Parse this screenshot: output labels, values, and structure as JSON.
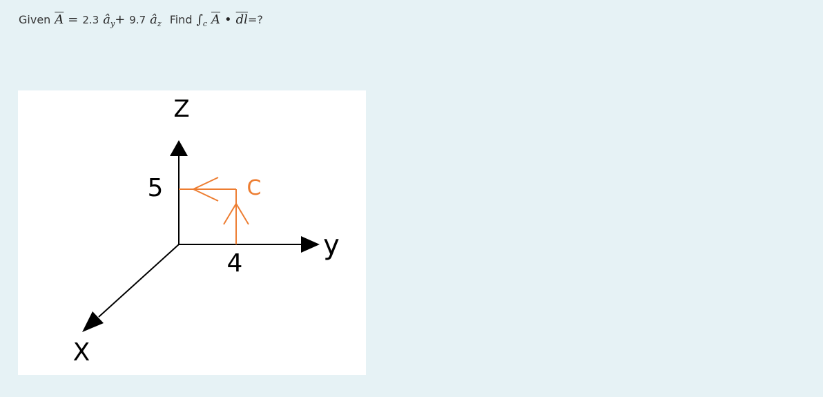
{
  "question": {
    "given": "Given",
    "vec_a": "A",
    "equals": "=",
    "coef_y": "2.3",
    "unit_vec": "â",
    "sub_y": "y",
    "plus": "+",
    "coef_z": "9.7",
    "sub_z": "z",
    "find": "Find",
    "integral": "∫",
    "sub_c": "c",
    "dot": "•",
    "dl": "dl",
    "tail": "=?"
  },
  "figure": {
    "axis_z": "Z",
    "axis_y": "y",
    "axis_x": "X",
    "tick_z": "5",
    "tick_y": "4",
    "path_label": "C",
    "colors": {
      "axes": "#000000",
      "path": "#ed7d31",
      "path_label": "#ed7d31"
    }
  }
}
